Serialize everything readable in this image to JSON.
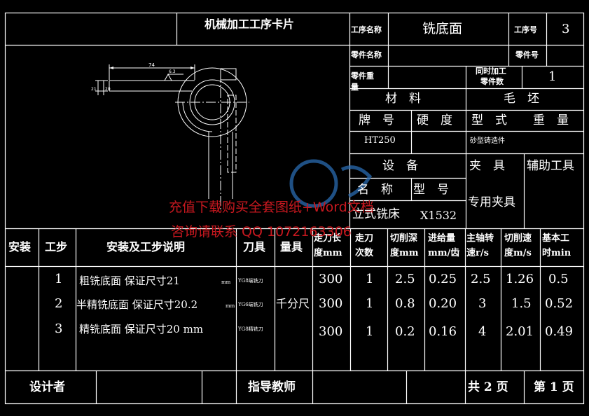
{
  "title": "机械加工工序卡片",
  "header": {
    "process_name_label": "工序名称",
    "process_name_value": "铣底面",
    "process_no_label": "工序号",
    "process_no_value": "3",
    "part_name_label": "零件名称",
    "part_no_label": "零件号",
    "part_weight_label_1": "零件重",
    "part_weight_label_2": "量",
    "simul_label_1": "同时加工",
    "simul_label_2": "零件数",
    "simul_value": "1"
  },
  "material": {
    "material_label": "材　料",
    "blank_label": "毛　坯",
    "grade_label": "牌　号",
    "hardness_label": "硬　度",
    "type_label": "型　式",
    "weight_label": "重　量",
    "grade_value": "HT250",
    "type_value": "砂型铸造件"
  },
  "equipment": {
    "equipment_label": "设　备",
    "fixture_label": "夹　具",
    "aux_tool_label": "辅助工具",
    "name_label": "名　称",
    "model_label": "型　号",
    "name_value": "立式铣床",
    "model_value": "X1532",
    "fixture_value": "专用夹具"
  },
  "drawing": {
    "dim_length": "74",
    "dim_rough": "6.3",
    "dim_height_1": "21",
    "dim_height_2": "20"
  },
  "table": {
    "headers": {
      "install": "安装",
      "step": "工步",
      "desc": "安装及工步说明",
      "tool": "刀具",
      "gauge": "量具",
      "stroke_1": "走刀长",
      "stroke_2": "度mm",
      "passes_1": "走刀",
      "passes_2": "次数",
      "depth_1": "切削深",
      "depth_2": "度mm",
      "feed_1": "进给量",
      "feed_2": "mm/齿",
      "spindle_1": "主轴转",
      "spindle_2": "速r/s",
      "speed_1": "切削速",
      "speed_2": "度m/s",
      "time_1": "基本工",
      "time_2": "时min"
    },
    "gauge_value": "千分尺",
    "rows": [
      {
        "step": "1",
        "desc": "粗铣底面 保证尺寸21",
        "unit": "mm",
        "tool": "YG8端铣刀",
        "stroke": "300",
        "passes": "1",
        "depth": "2.5",
        "feed": "0.25",
        "spindle": "2.5",
        "speed": "1.26",
        "time": "0.5"
      },
      {
        "step": "2",
        "desc": "半精铣底面 保证尺寸20.2",
        "unit": "mm",
        "tool": "YG6端铣刀",
        "stroke": "300",
        "passes": "1",
        "depth": "0.8",
        "feed": "0.20",
        "spindle": "3",
        "speed": "1.5",
        "time": "0.52"
      },
      {
        "step": "3",
        "desc": "精铣底面 保证尺寸20 mm",
        "unit": "",
        "tool": "YG8精铣刀",
        "stroke": "300",
        "passes": "1",
        "depth": "0.2",
        "feed": "0.16",
        "spindle": "4",
        "speed": "2.01",
        "time": "0.49"
      }
    ]
  },
  "footer": {
    "designer_label": "设计者",
    "advisor_label": "指导教师",
    "total_label": "共 2 页",
    "page_label": "第 1 页"
  },
  "watermark": {
    "line1": "充值下载购买全套图纸+Word文档",
    "line2": "咨询请联系 QQ 1072163306"
  },
  "colors": {
    "background": "#000000",
    "lines": "#ffffff",
    "drawing_lines": "#ffffff",
    "watermark": "#c8181f",
    "logo": "#2a6bb0"
  }
}
